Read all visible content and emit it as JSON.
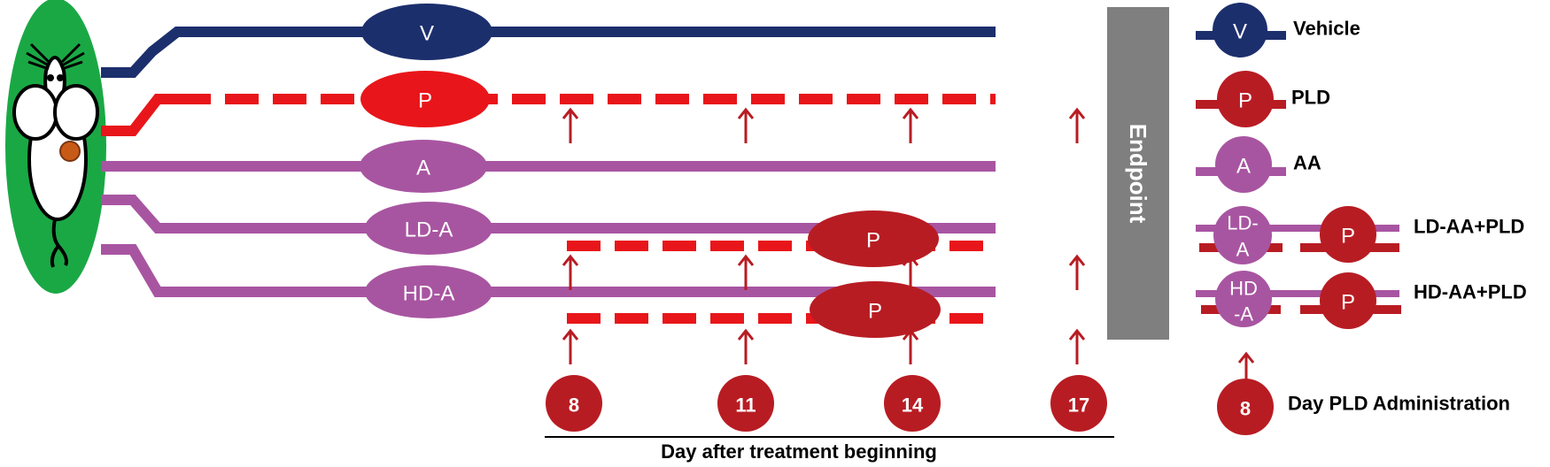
{
  "colors": {
    "vehicle": "#1c2f6d",
    "pld_light": "#e8161a",
    "pld_dark": "#b81c23",
    "aa": "#a855a1",
    "endpoint": "#7f7f7f",
    "mouse_body": "#1aa845"
  },
  "icons": {
    "mouse": "mouse-icon",
    "arrow": "up-arrow-icon"
  },
  "nodes": {
    "vehicle": "V",
    "pld": "P",
    "aa": "A",
    "ld_aa": "LD-A",
    "hd_aa": "HD-A",
    "pld_ld": "P",
    "pld_hd": "P"
  },
  "endpoint": "Endpoint",
  "days": [
    "8",
    "11",
    "14",
    "17"
  ],
  "axis_caption": "Day after treatment beginning",
  "legend": {
    "vehicle": {
      "symbol": "V",
      "label": "Vehicle"
    },
    "pld": {
      "symbol": "P",
      "label": "PLD"
    },
    "aa": {
      "symbol": "A",
      "label": "AA"
    },
    "ld": {
      "symbol_line1": "LD-",
      "symbol_line2": "A",
      "symbol2": "P",
      "label": "LD-AA+PLD"
    },
    "hd": {
      "symbol_line1": "HD",
      "symbol_line2": "-A",
      "symbol2": "P",
      "label": "HD-AA+PLD"
    },
    "day": {
      "symbol": "8",
      "label": "Day PLD Administration"
    }
  }
}
